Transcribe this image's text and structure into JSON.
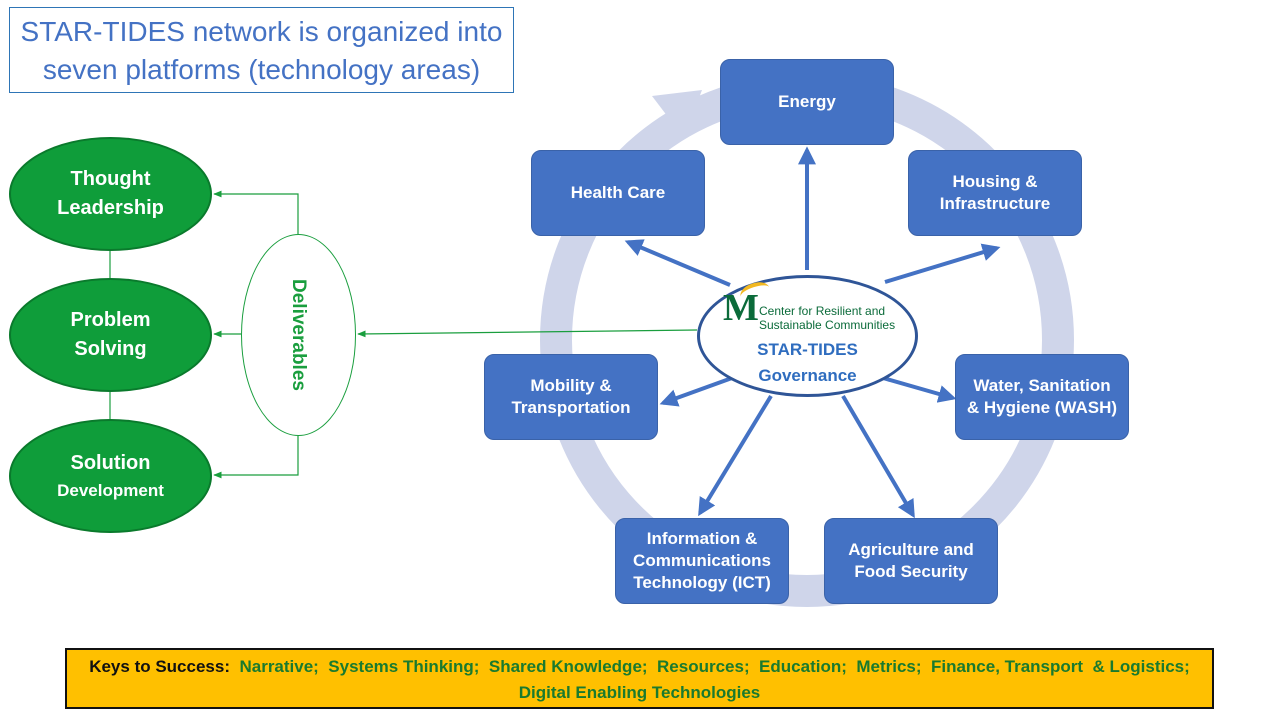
{
  "title": {
    "line1": "STAR-TIDES network is organized into",
    "line2": "seven platforms (technology areas)"
  },
  "platforms": {
    "energy": "Energy",
    "health": "Health Care",
    "housing_line1": "Housing &",
    "housing_line2": "Infrastructure",
    "mobility_line1": "Mobility &",
    "mobility_line2": "Transportation",
    "wash_line1": "Water, Sanitation",
    "wash_line2": "& Hygiene (WASH)",
    "ict_line1": "Information &",
    "ict_line2": "Communications",
    "ict_line3": "Technology (ICT)",
    "agri_line1": "Agriculture and",
    "agri_line2": "Food Security"
  },
  "governance": {
    "logo_letter": "M",
    "logo_line1": "Center for Resilient and",
    "logo_line2": "Sustainable Communities",
    "line1": "STAR-TIDES",
    "line2": "Governance"
  },
  "deliverables": {
    "label": "Deliverables",
    "thought_line1": "Thought",
    "thought_line2": "Leadership",
    "problem_line1": "Problem",
    "problem_line2": "Solving",
    "solution_line1": "Solution",
    "solution_line2": "Development"
  },
  "keys": {
    "label": "Keys to Success",
    "separator": ":",
    "line1": "Narrative;  Systems Thinking;  Shared Knowledge;  Resources;  Education;  Metrics;  Finance, Transport  & Logistics;",
    "line2": "Digital Enabling Technologies"
  },
  "colors": {
    "box_blue": "#4472c4",
    "ring": "#cfd5ea",
    "green": "#0f9d3a",
    "keys_bg": "#ffc000"
  }
}
